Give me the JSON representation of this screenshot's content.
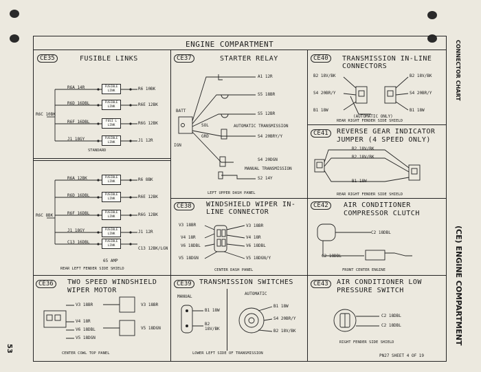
{
  "page": {
    "title": "ENGINE COMPARTMENT",
    "page_number": "53",
    "side_title": "CONNECTOR CHART",
    "side_section": "(CE) ENGINE COMPARTMENT",
    "sheet": "PN27  SHEET 4 OF 19"
  },
  "ce35": {
    "id": "CE35",
    "title": "FUSIBLE LINKS",
    "upper": {
      "source": "R6C 10BK",
      "wires_left": [
        "R6A 14R",
        "R6D 16DBL",
        "R6F 16DBL",
        "J1 18GY"
      ],
      "wires_right": [
        "R6 10BK",
        "R6E 12BK",
        "R6G 12BK",
        "J1 12R"
      ],
      "links": [
        "FUSIBLE LINK",
        "FUSIBLE LINK",
        "FUSI L LINK",
        "FUSIBLE LINK"
      ],
      "caption": "STANDARD"
    },
    "lower": {
      "source": "R6C 8BK",
      "wires_left": [
        "R6A 12BK",
        "R6D 16DBL",
        "R6F 16DBL",
        "J1 18GY",
        "C13 16DBL"
      ],
      "wires_right": [
        "R6 8BK",
        "R6E 12BK",
        "R6G 12BK",
        "J1 12R",
        "C13 12BK/LGN"
      ],
      "links": [
        "FUSIBLE LINK",
        "FUSIBLE LINK",
        "FUSIBLE LINK",
        "FUSIBLE LINK",
        "FUSIBLE LINK"
      ],
      "note": "65 AMP",
      "caption": "REAR LEFT FENDER SIDE SHIELD"
    }
  },
  "ce36": {
    "id": "CE36",
    "title": "TWO SPEED WINDSHIELD WIPER MOTOR",
    "left_wires": [
      "V3 18BR",
      "V4 18R",
      "V6 18DBL",
      "V5 18DGN"
    ],
    "right_wires": [
      "V3 18BR",
      "V5 18DGN"
    ],
    "caption": "CENTER COWL TOP PANEL"
  },
  "ce37": {
    "id": "CE37",
    "title": "STARTER RELAY",
    "wires": [
      "A1 12R",
      "S5 18BR",
      "S5 12BR",
      "AUTOMATIC TRANSMISSION",
      "S4 20BRY/Y",
      "S4 20DGN",
      "MANUAL TRANSMISSION",
      "S2 14Y"
    ],
    "terminals": [
      "BATT",
      "SOL",
      "GRD",
      "IGN"
    ],
    "caption": "LEFT UPPER DASH PANEL"
  },
  "ce38": {
    "id": "CE38",
    "title": "WINDSHIELD WIPER IN-LINE CONNECTOR",
    "left_wires": [
      "V3 18BR",
      "V4 18R",
      "V6 18DBL",
      "V5 18DGN"
    ],
    "right_wires": [
      "V3 18BR",
      "V4 18R",
      "V6 18DBL",
      "V5 18DGN/Y"
    ],
    "caption": "CENTER DASH PANEL"
  },
  "ce39": {
    "id": "CE39",
    "title": "TRANSMISSION SWITCHES",
    "labels": [
      "MANUAL",
      "AUTOMATIC"
    ],
    "manual_wires": [
      "B1 18W",
      "B2 18V/BK"
    ],
    "auto_wires": [
      "B1 18W",
      "S4 20BR/Y",
      "B2 18V/BK"
    ],
    "caption": "LOWER LEFT SIDE OF TRANSMISSION"
  },
  "ce40": {
    "id": "CE40",
    "title": "TRANSMISSION IN-LINE CONNECTORS",
    "left_wires": [
      "B2 18V/BK",
      "S4 20BR/Y",
      "B1 18W"
    ],
    "right_wires": [
      "B2 18V/BK",
      "S4 20BR/Y",
      "B1 18W"
    ],
    "note": "(AUTOMATIC ONLY)",
    "caption": "REAR RIGHT FENDER SIDE SHIELD"
  },
  "ce41": {
    "id": "CE41",
    "title": "REVERSE GEAR INDICATOR JUMPER (4 SPEED ONLY)",
    "wires": [
      "B2 18V/BK",
      "B2 18V/BK",
      "B1 18W"
    ],
    "caption": "REAR RIGHT FENDER SIDE SHIELD"
  },
  "ce42": {
    "id": "CE42",
    "title": "AIR CONDITIONER COMPRESSOR CLUTCH",
    "wires": [
      "C2 18DBL",
      "C2 18DBL"
    ],
    "caption": "FRONT CENTER ENGINE"
  },
  "ce43": {
    "id": "CE43",
    "title": "AIR CONDITIONER LOW PRESSURE SWITCH",
    "wires": [
      "C2 18DBL",
      "C2 18DBL"
    ],
    "caption": "RIGHT FENDER SIDE SHIELD"
  }
}
